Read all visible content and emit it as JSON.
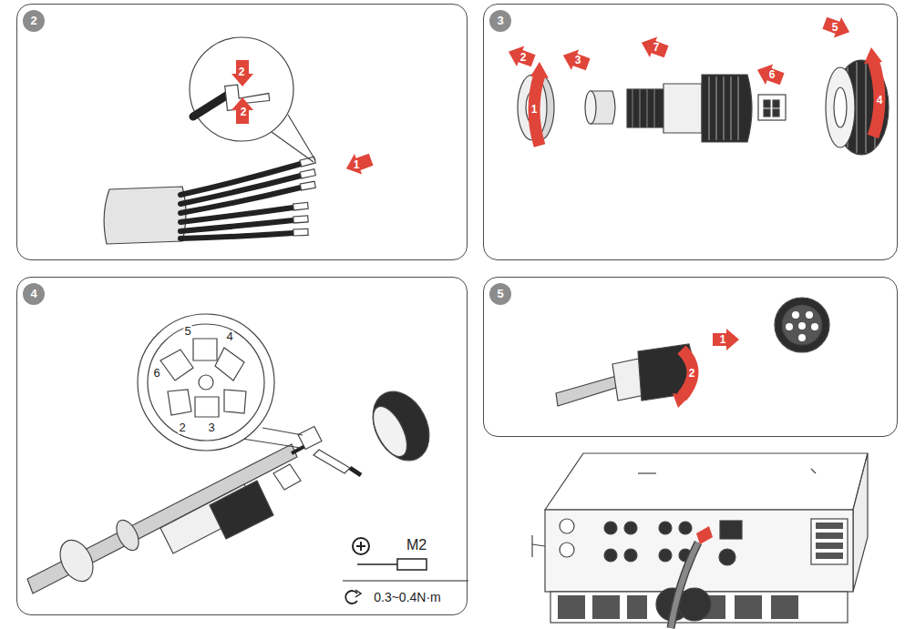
{
  "diagram": {
    "nodes": [
      {
        "text": [
          "2"
        ]
      },
      {
        "text": [
          "3"
        ]
      },
      {
        "text": [
          "4"
        ]
      },
      {
        "text": [
          "5"
        ]
      }
    ],
    "labels": [
      "2",
      "2",
      "1",
      "2",
      "1",
      "3",
      "7",
      "6",
      "5",
      "4",
      "5",
      "4",
      "6",
      "2",
      "3",
      "M2",
      "0.3~0.4N·m",
      "2",
      "1"
    ]
  }
}
